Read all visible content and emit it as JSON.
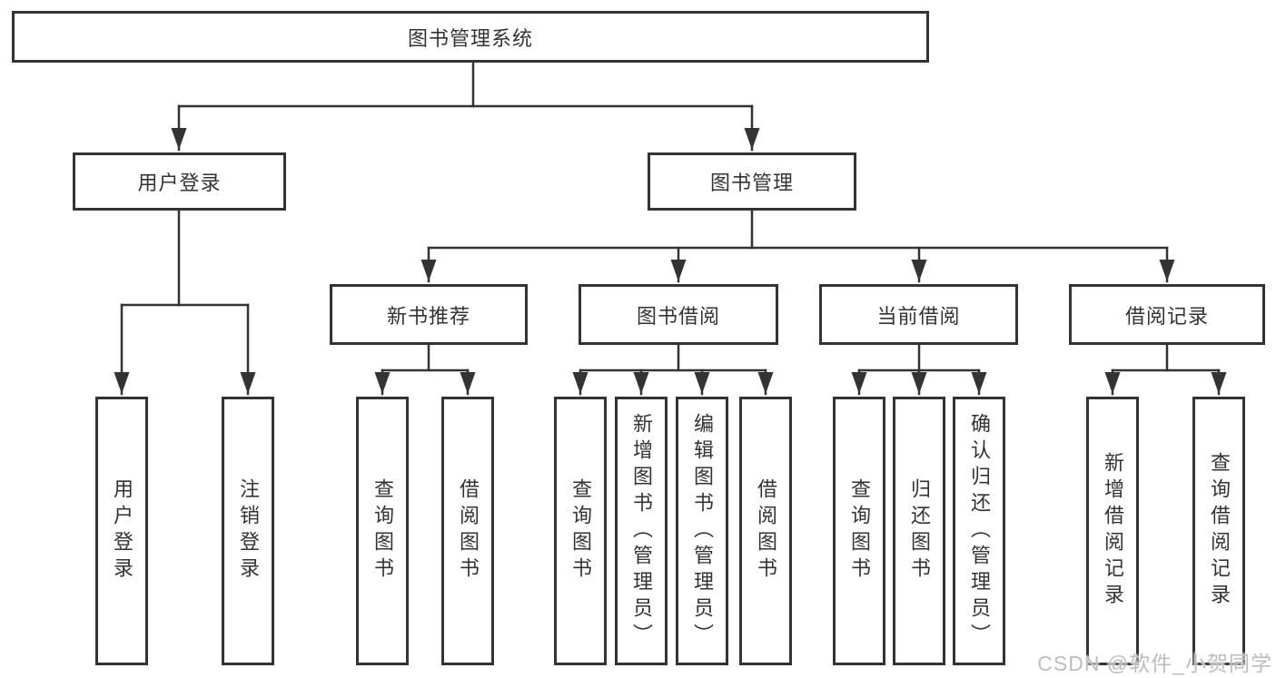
{
  "diagram": {
    "type": "hierarchy-tree",
    "colors": {
      "line": "#333333",
      "box_border": "#333333",
      "box_fill": "#ffffff",
      "text": "#333333",
      "background": "#ffffff",
      "watermark_text": "#bdbdbd"
    },
    "tree": {
      "root": {
        "label": "图书管理系统"
      },
      "level2": [
        {
          "label": "用户登录"
        },
        {
          "label": "图书管理"
        }
      ],
      "level3": [
        {
          "label": "新书推荐",
          "parent": "图书管理"
        },
        {
          "label": "图书借阅",
          "parent": "图书管理"
        },
        {
          "label": "当前借阅",
          "parent": "图书管理"
        },
        {
          "label": "借阅记录",
          "parent": "图书管理"
        }
      ],
      "leaves": [
        {
          "label": "用户登录",
          "parent": "用户登录"
        },
        {
          "label": "注销登录",
          "parent": "用户登录"
        },
        {
          "label": "查询图书",
          "parent": "新书推荐"
        },
        {
          "label": "借阅图书",
          "parent": "新书推荐"
        },
        {
          "label": "查询图书",
          "parent": "图书借阅"
        },
        {
          "label": "新增图书（管理员）",
          "parent": "图书借阅"
        },
        {
          "label": "编辑图书（管理员）",
          "parent": "图书借阅"
        },
        {
          "label": "借阅图书",
          "parent": "图书借阅"
        },
        {
          "label": "查询图书",
          "parent": "当前借阅"
        },
        {
          "label": "归还图书",
          "parent": "当前借阅"
        },
        {
          "label": "确认归还（管理员）",
          "parent": "当前借阅"
        },
        {
          "label": "新增借阅记录",
          "parent": "借阅记录"
        },
        {
          "label": "查询借阅记录",
          "parent": "借阅记录"
        }
      ]
    },
    "watermark": {
      "text": "CSDN @软件_小贺同学"
    }
  }
}
